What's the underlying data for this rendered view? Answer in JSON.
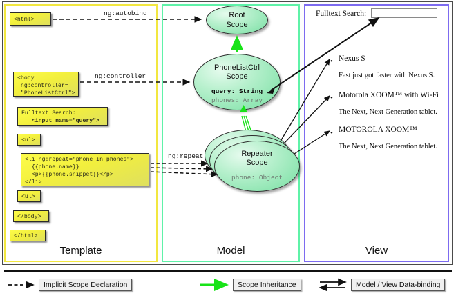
{
  "diagram": {
    "title": "AngularJS Template / Model / View scope diagram",
    "columns": [
      {
        "id": "template",
        "label": "Template",
        "border_color": "#f2e740"
      },
      {
        "id": "model",
        "label": "Model",
        "border_color": "#5ff2a8"
      },
      {
        "id": "view",
        "label": "View",
        "border_color": "#7d6bf0"
      }
    ]
  },
  "template": {
    "boxes": [
      {
        "id": "html-open",
        "text": "<html>"
      },
      {
        "id": "body-open",
        "text": "<body\n ng:controller=\n \"PhoneListCtrl\">"
      },
      {
        "id": "search",
        "text": "Fulltext Search:",
        "text2": "<input name=\"query\">"
      },
      {
        "id": "ul-open",
        "text": "<ul>"
      },
      {
        "id": "li-repeat",
        "text": "<li ng:repeat=\"phone in phones\">\n  {{phone.name}}\n  <p>{{phone.snippet}}</p>\n</li>"
      },
      {
        "id": "ul-close",
        "text": "<ul>"
      },
      {
        "id": "body-close",
        "text": "</body>"
      },
      {
        "id": "html-close",
        "text": "</html>"
      }
    ]
  },
  "model": {
    "scopes": [
      {
        "id": "root",
        "line1": "Root",
        "line2": "Scope",
        "props": []
      },
      {
        "id": "phonelistctrl",
        "line1": "PhoneListCtrl",
        "line2": "Scope",
        "props": [
          {
            "text": "query: String",
            "emphasis": "bold"
          },
          {
            "text": "phones: Array",
            "emphasis": "muted"
          }
        ]
      },
      {
        "id": "repeater",
        "line1": "Repeater",
        "line2": "Scope",
        "props": [
          {
            "text": "phone: Object",
            "emphasis": "muted"
          }
        ],
        "stack_count": 3
      }
    ]
  },
  "view": {
    "search_label": "Fulltext Search:",
    "search_value": "",
    "search_placeholder": "",
    "phones": [
      {
        "name": "Nexus S",
        "snippet": "Fast just got faster with Nexus S."
      },
      {
        "name": "Motorola XOOM™  with Wi-Fi",
        "snippet": "The Next, Next Generation tablet."
      },
      {
        "name": "MOTOROLA XOOM™",
        "snippet": "The Next, Next Generation tablet."
      }
    ]
  },
  "edges": [
    {
      "id": "autobind",
      "label": "ng:autobind",
      "kind": "implicit-scope-declaration"
    },
    {
      "id": "controller",
      "label": "ng:controller",
      "kind": "implicit-scope-declaration"
    },
    {
      "id": "repeat",
      "label": "ng:repeat",
      "kind": "implicit-scope-declaration"
    }
  ],
  "legend": {
    "items": [
      {
        "id": "implicit",
        "label": "Implicit Scope Declaration",
        "arrow": "dashed-black",
        "color": "#111111"
      },
      {
        "id": "inheritance",
        "label": "Scope Inheritance",
        "arrow": "solid-green",
        "color": "#18e318"
      },
      {
        "id": "databinding",
        "label": "Model / View Data-binding",
        "arrow": "double-black",
        "color": "#111111"
      }
    ]
  },
  "colors": {
    "code_box_fill": "#f6f23f",
    "scope_fill": "#8fe8b2",
    "inheritance_green": "#18e318",
    "template_border": "#f2e740",
    "model_border": "#5ff2a8",
    "view_border": "#7d6bf0"
  }
}
